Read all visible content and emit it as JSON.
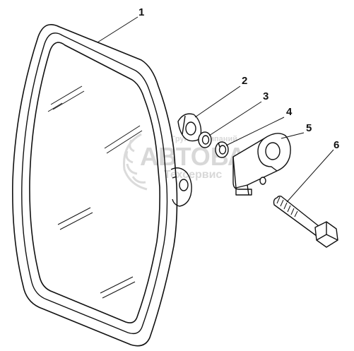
{
  "colors": {
    "line": "#111111",
    "background": "#ffffff",
    "watermark": "#d4d4d4"
  },
  "callouts": [
    "1",
    "2",
    "3",
    "4",
    "5",
    "6"
  ],
  "watermark": {
    "line1": "Группа компаний",
    "line2": "АВТОВАЛ",
    "line3": "Техсервис"
  },
  "icons": {
    "watermark_logo": "wreath-logo-icon"
  }
}
